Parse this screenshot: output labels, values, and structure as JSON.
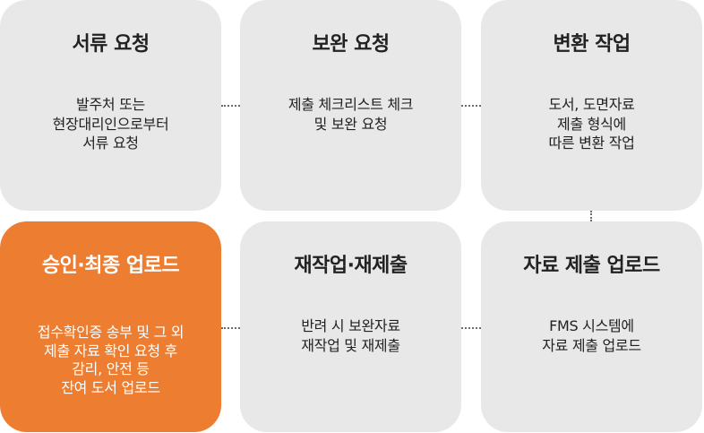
{
  "diagram": {
    "colors": {
      "card": "#E8E8E8",
      "highlight": "#ED7D31",
      "text": "#222222",
      "highlight_text": "#FFFFFF",
      "connector": "#6B6B6B"
    }
  },
  "steps": [
    {
      "title": "서류 요청",
      "description": [
        "발주처 또는",
        "현장대리인으로부터",
        "서류 요청"
      ]
    },
    {
      "title": "보완 요청",
      "description": [
        "제출 체크리스트 체크",
        "및 보완 요청"
      ]
    },
    {
      "title": "변환 작업",
      "description": [
        "도서, 도면자료",
        "제출 형식에",
        "따른 변환 작업"
      ]
    },
    {
      "title": "승인·최종 업로드",
      "description": [
        "접수확인증 송부 및 그 외",
        "제출 자료 확인 요청 후",
        "감리, 안전 등",
        "잔여 도서 업로드"
      ],
      "highlighted": true
    },
    {
      "title": "재작업·재제출",
      "description": [
        "반려 시 보완자료",
        "재작업 및 재제출"
      ]
    },
    {
      "title": "자료 제출 업로드",
      "description": [
        "FMS 시스템에",
        "자료 제출 업로드"
      ]
    }
  ]
}
